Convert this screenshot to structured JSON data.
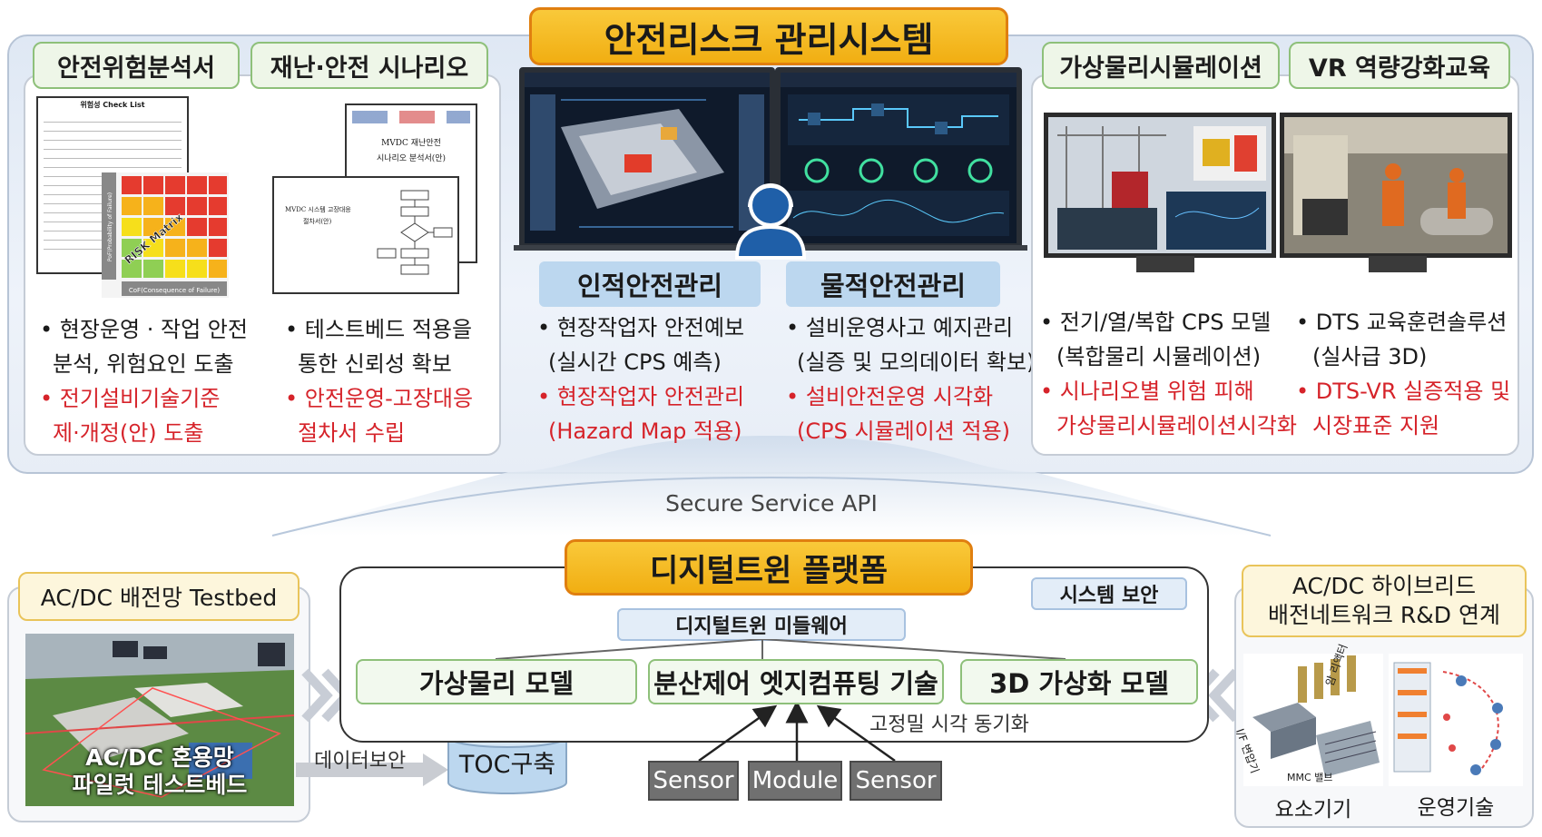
{
  "top": {
    "title": "안전리스크 관리시스템",
    "left": {
      "tag1": "안전위험분석서",
      "tag2": "재난·안전 시나리오",
      "doc1_title": "위험성 Check List",
      "matrix_label": "RISK Matrix",
      "matrix_xaxis": "CoF(Consequence of Failure)",
      "matrix_yaxis": "PoF(Probability of Failure)",
      "doc2_line1": "MVDC 재난안전",
      "doc2_line2": "시나리오 분석서(안)",
      "doc3_line1": "MVDC 시스템 고장대응",
      "doc3_line2": "절차서(안)",
      "col1_b1_l1": "• 현장운영 · 작업 안전",
      "col1_b1_l2": "분석, 위험요인 도출",
      "col1_b2_l1": "• 전기설비기술기준",
      "col1_b2_l2": "제·개정(안) 도출",
      "col2_b1_l1": "• 테스트베드  적용을",
      "col2_b1_l2": "통한 신뢰성 확보",
      "col2_b2_l1": "• 안전운영-고장대응",
      "col2_b2_l2": "절차서 수립"
    },
    "center": {
      "tag1": "인적안전관리",
      "tag2": "물적안전관리",
      "c1_b1_l1": "• 현장작업자 안전예보",
      "c1_b1_l2": "(실시간 CPS 예측)",
      "c1_b2_l1": "• 현장작업자 안전관리",
      "c1_b2_l2": "(Hazard Map 적용)",
      "c2_b1_l1": "• 설비운영사고 예지관리",
      "c2_b1_l2": "(실증 및 모의데이터 확보)",
      "c2_b2_l1": "• 설비안전운영 시각화",
      "c2_b2_l2": "(CPS 시뮬레이션 적용)"
    },
    "right": {
      "tag1": "가상물리시뮬레이션",
      "tag2": "VR 역량강화교육",
      "r1_b1_l1": "• 전기/열/복합  CPS  모델",
      "r1_b1_l2": "(복합물리 시뮬레이션)",
      "r1_b2_l1": "• 시나리오별   위험   피해",
      "r1_b2_l2": "가상물리시뮬레이션시각화",
      "r2_b1_l1": "• DTS 교육훈련솔루션",
      "r2_b1_l2": "(실사급 3D)",
      "r2_b2_l1": "• DTS-VR 실증적용 및",
      "r2_b2_l2": "시장표준 지원"
    }
  },
  "api_label": "Secure Service API",
  "platform": {
    "title": "디지털트윈 플랫폼",
    "security": "시스템 보안",
    "middleware": "디지털트윈 미들웨어",
    "model1": "가상물리 모델",
    "model2": "분산제어 엣지컴퓨팅 기술",
    "model3": "3D 가상화 모델",
    "sync": "고정밀 시각 동기화",
    "sensor1": "Sensor",
    "module": "Module",
    "sensor2": "Sensor"
  },
  "testbed": {
    "title": "AC/DC 배전망 Testbed",
    "photo_l1": "AC/DC 혼용망",
    "photo_l2": "파일럿 테스트베드"
  },
  "data_security": "데이터보안",
  "toc": "TOC구축",
  "hybrid": {
    "title_l1": "AC/DC 하이브리드",
    "title_l2": "배전네트워크  R&D 연계",
    "reactor": "암 리액터",
    "transformer": "I/F 변압기",
    "valve": "MMC 밸브",
    "cap1": "요소기기",
    "cap2": "운영기술"
  },
  "colors": {
    "gold": "#f4b41a",
    "green_border": "#8ec07a",
    "blue_tag": "#bcd7ef",
    "red_text": "#d6232a"
  }
}
